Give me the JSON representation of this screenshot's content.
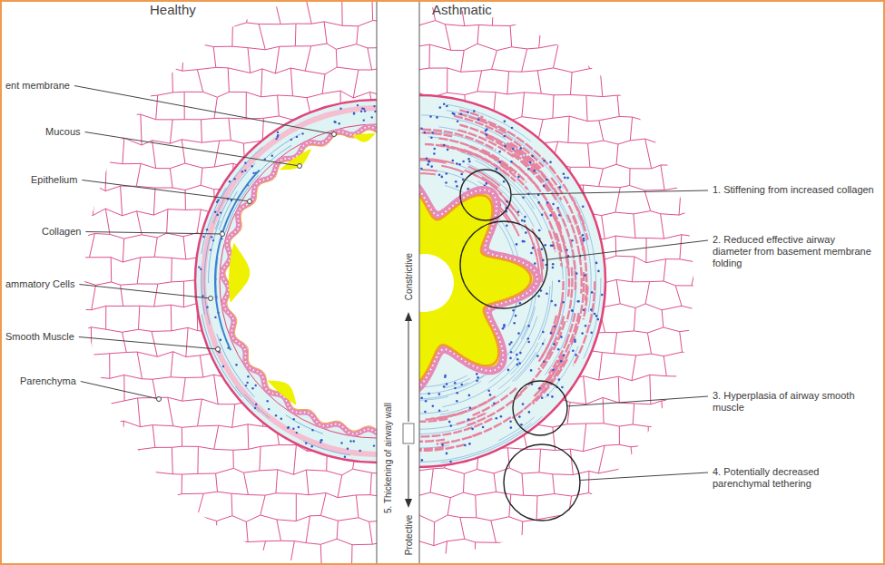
{
  "diagram": {
    "labels": [
      "Healthy",
      "Asthmatic",
      "ent membrane",
      "Mucous",
      "Epithelium",
      "Collagen",
      "ammatory Cells",
      "Smooth Muscle",
      "Parenchyma",
      "1. Stiffening from increased collagen",
      "2. Reduced effective airway diameter from basement membrane folding",
      "3. Hyperplasia of airway smooth muscle",
      "4. Potentially decreased parenchymal tethering",
      "Constrictive",
      "5. Thickening of airway wall",
      "Protective"
    ]
  }
}
